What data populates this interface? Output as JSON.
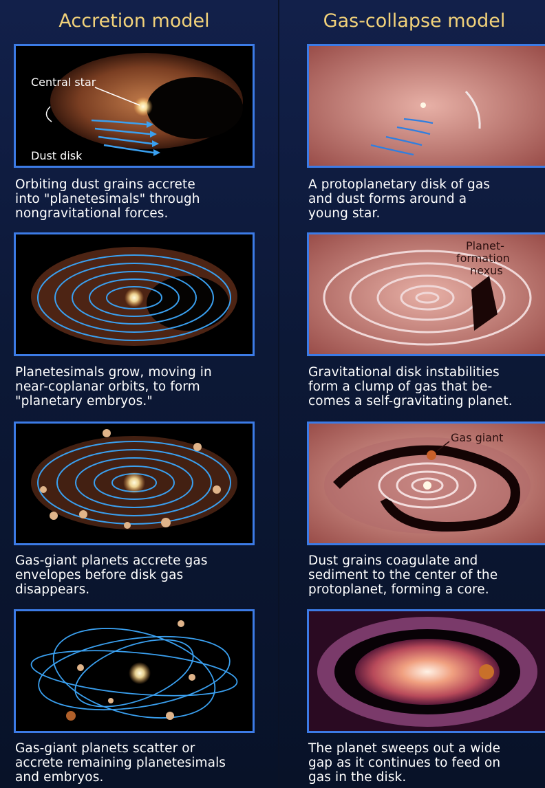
{
  "columns": {
    "left_title": "Accretion model",
    "right_title": "Gas-collapse model"
  },
  "accretion": [
    {
      "caption": "Orbiting dust grains accrete\ninto \"planetesimals\" through\nnongravitational forces.",
      "labels": {
        "central_star": "Central star",
        "dust_disk": "Dust disk"
      }
    },
    {
      "caption": "Planetesimals grow, moving in\nnear-coplanar orbits, to form\n\"planetary embryos.\""
    },
    {
      "caption": "Gas-giant planets accrete gas\nenvelopes before disk gas\ndisappears."
    },
    {
      "caption": "Gas-giant planets scatter or\naccrete remaining planetesimals\nand embryos."
    }
  ],
  "gas_collapse": [
    {
      "caption": "A protoplanetary disk of gas\nand dust forms around a\nyoung star."
    },
    {
      "caption": "Gravitational disk instabilities\nform a clump of gas that be-\ncomes a self-gravitating planet.",
      "labels": {
        "nexus_line1": "Planet-",
        "nexus_line2": "formation",
        "nexus_line3": "nexus"
      }
    },
    {
      "caption": "Dust grains coagulate and\nsediment to the center of the\nprotoplanet, forming a core.",
      "labels": {
        "gas_giant": "Gas giant"
      }
    },
    {
      "caption": "The planet sweeps out a wide\ngap as it continues to feed on\ngas in the disk."
    }
  ],
  "colors": {
    "frame_border": "#3c7be6",
    "title_text": "#f2d27a",
    "orbit_blue": "#3aa0f0",
    "dust_brown": "#8a4a2a",
    "gas_pink": "#c9847e"
  }
}
